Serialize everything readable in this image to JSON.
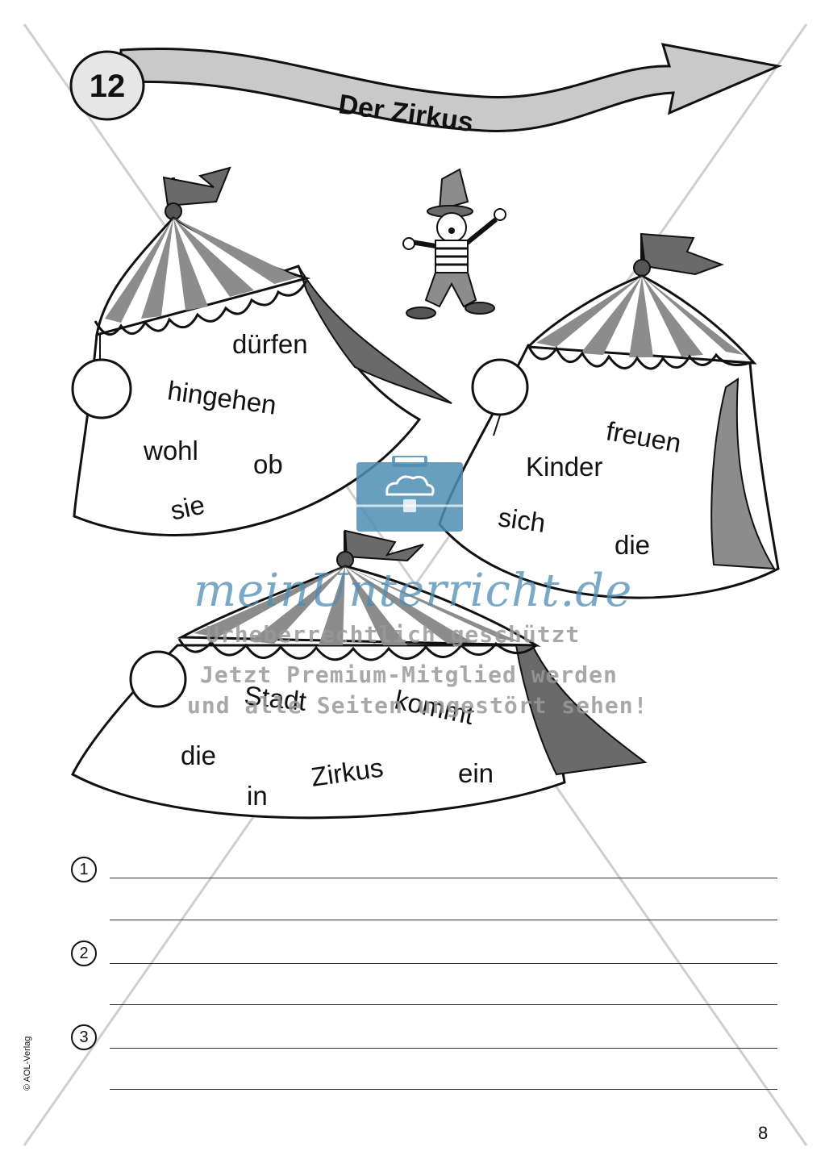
{
  "header": {
    "number": "12",
    "title": "Der Zirkus"
  },
  "tents": [
    {
      "id": "tent-1",
      "words": [
        "dürfen",
        "hingehen",
        "wohl",
        "ob",
        "sie"
      ]
    },
    {
      "id": "tent-2",
      "words": [
        "freuen",
        "Kinder",
        "sich",
        "die"
      ]
    },
    {
      "id": "tent-3",
      "words": [
        "Stadt",
        "kommt",
        "die",
        "Zirkus",
        "ein",
        "in"
      ]
    }
  ],
  "answer_rows": [
    {
      "number": "1"
    },
    {
      "number": "2"
    },
    {
      "number": "3"
    }
  ],
  "watermark": {
    "brand": "meinUnterricht.de",
    "line1": "Urheberrechtlich geschützt",
    "line2": "Jetzt Premium-Mitglied werden",
    "line3": "und alle Seiten ungestört sehen!"
  },
  "footer": {
    "copyright": "© AOL-Verlag",
    "page_number": "8"
  },
  "colors": {
    "tent_stripe": "#8c8c8c",
    "tent_dark": "#5a5a5a",
    "banner": "#c9c9c9",
    "watermark_blue": "#4d8db3"
  }
}
